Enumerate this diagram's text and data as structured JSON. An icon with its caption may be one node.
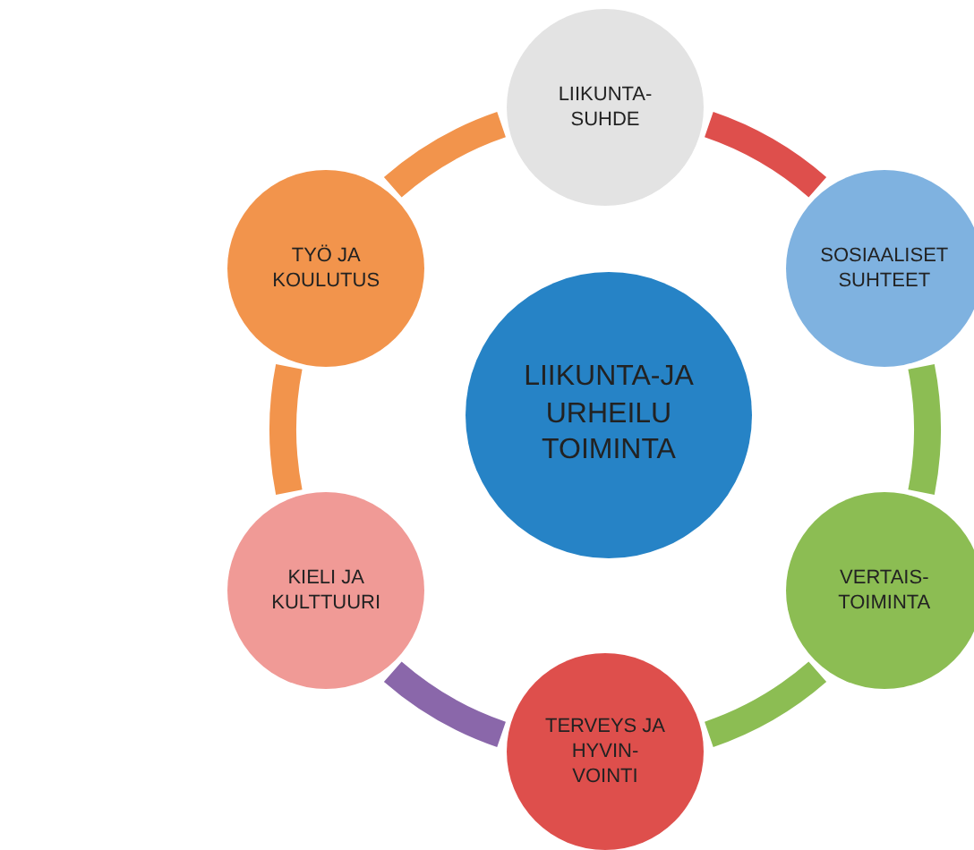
{
  "diagram": {
    "nodes": [
      {
        "text": [
          "LIIKUNTA-JA URHEILU TOIMINTA"
        ]
      },
      {
        "text": [
          "LIIKUNTA- SUHDE"
        ]
      },
      {
        "text": [
          "SOSIAALISET SUHTEET"
        ]
      },
      {
        "text": [
          "VERTAIS- TOIMINTA"
        ]
      },
      {
        "text": [
          "TERVEYS JA HYVIN- VOINTI"
        ]
      },
      {
        "text": [
          "KIELI JA KULTTUURI"
        ]
      },
      {
        "text": [
          "TYÖ JA KOULUTUS"
        ]
      }
    ],
    "edges": [
      {
        "from": 1,
        "to": 2,
        "arrow": "none",
        "color": "#de4f4c"
      },
      {
        "from": 2,
        "to": 3,
        "arrow": "none",
        "color": "#8cbd53"
      },
      {
        "from": 3,
        "to": 4,
        "arrow": "none",
        "color": "#8cbd53"
      },
      {
        "from": 4,
        "to": 5,
        "arrow": "none",
        "color": "#8a67aa"
      },
      {
        "from": 5,
        "to": 6,
        "arrow": "none",
        "color": "#f2944c"
      },
      {
        "from": 6,
        "to": 1,
        "arrow": "none",
        "color": "#f2944c"
      }
    ]
  }
}
